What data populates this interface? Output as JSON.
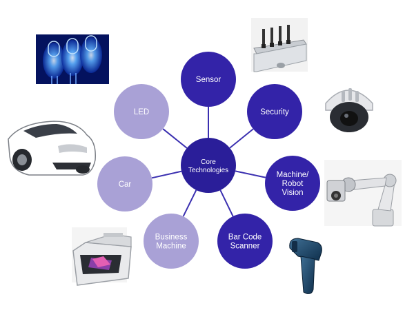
{
  "diagram": {
    "colors": {
      "core": "#2a1e99",
      "dark_node": "#3323a8",
      "light_node": "#a9a1d6",
      "connector": "#3a2fb0"
    },
    "core": {
      "label": "Core\nTechnologies"
    },
    "nodes": [
      {
        "id": "sensor",
        "label": "Sensor",
        "tone": "dark",
        "icon": "linear-sensor-array-icon"
      },
      {
        "id": "security",
        "label": "Security",
        "tone": "dark",
        "icon": "dome-security-camera-icon"
      },
      {
        "id": "vision",
        "label": "Machine/\nRobot\nVision",
        "tone": "dark",
        "icon": "robot-arm-icon"
      },
      {
        "id": "barcode",
        "label": "Bar Code\nScanner",
        "tone": "dark",
        "icon": "barcode-scanner-icon"
      },
      {
        "id": "business",
        "label": "Business\nMachine",
        "tone": "light",
        "icon": "office-printer-icon"
      },
      {
        "id": "car",
        "label": "Car",
        "tone": "light",
        "icon": "white-sports-car-icon"
      },
      {
        "id": "led",
        "label": "LED",
        "tone": "light",
        "icon": "blue-led-lights-icon"
      }
    ]
  }
}
